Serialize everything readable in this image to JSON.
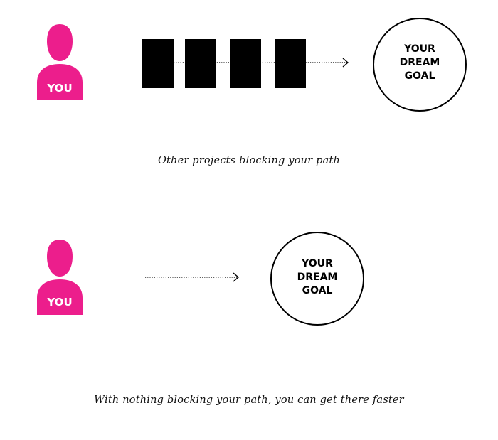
{
  "colors": {
    "person": "#ec1e8c",
    "blocks": "#000000",
    "line": "#000000"
  },
  "icons": {
    "person": "person-icon",
    "arrow": "arrow-right-icon"
  },
  "scenarios": [
    {
      "person_label": "YOU",
      "goal_lines": [
        "YOUR",
        "DREAM",
        "GOAL"
      ],
      "blocking_projects": 4,
      "caption": "Other projects blocking your path"
    },
    {
      "person_label": "YOU",
      "goal_lines": [
        "YOUR",
        "DREAM",
        "GOAL"
      ],
      "blocking_projects": 0,
      "caption": "With nothing blocking your path, you can get there faster"
    }
  ]
}
